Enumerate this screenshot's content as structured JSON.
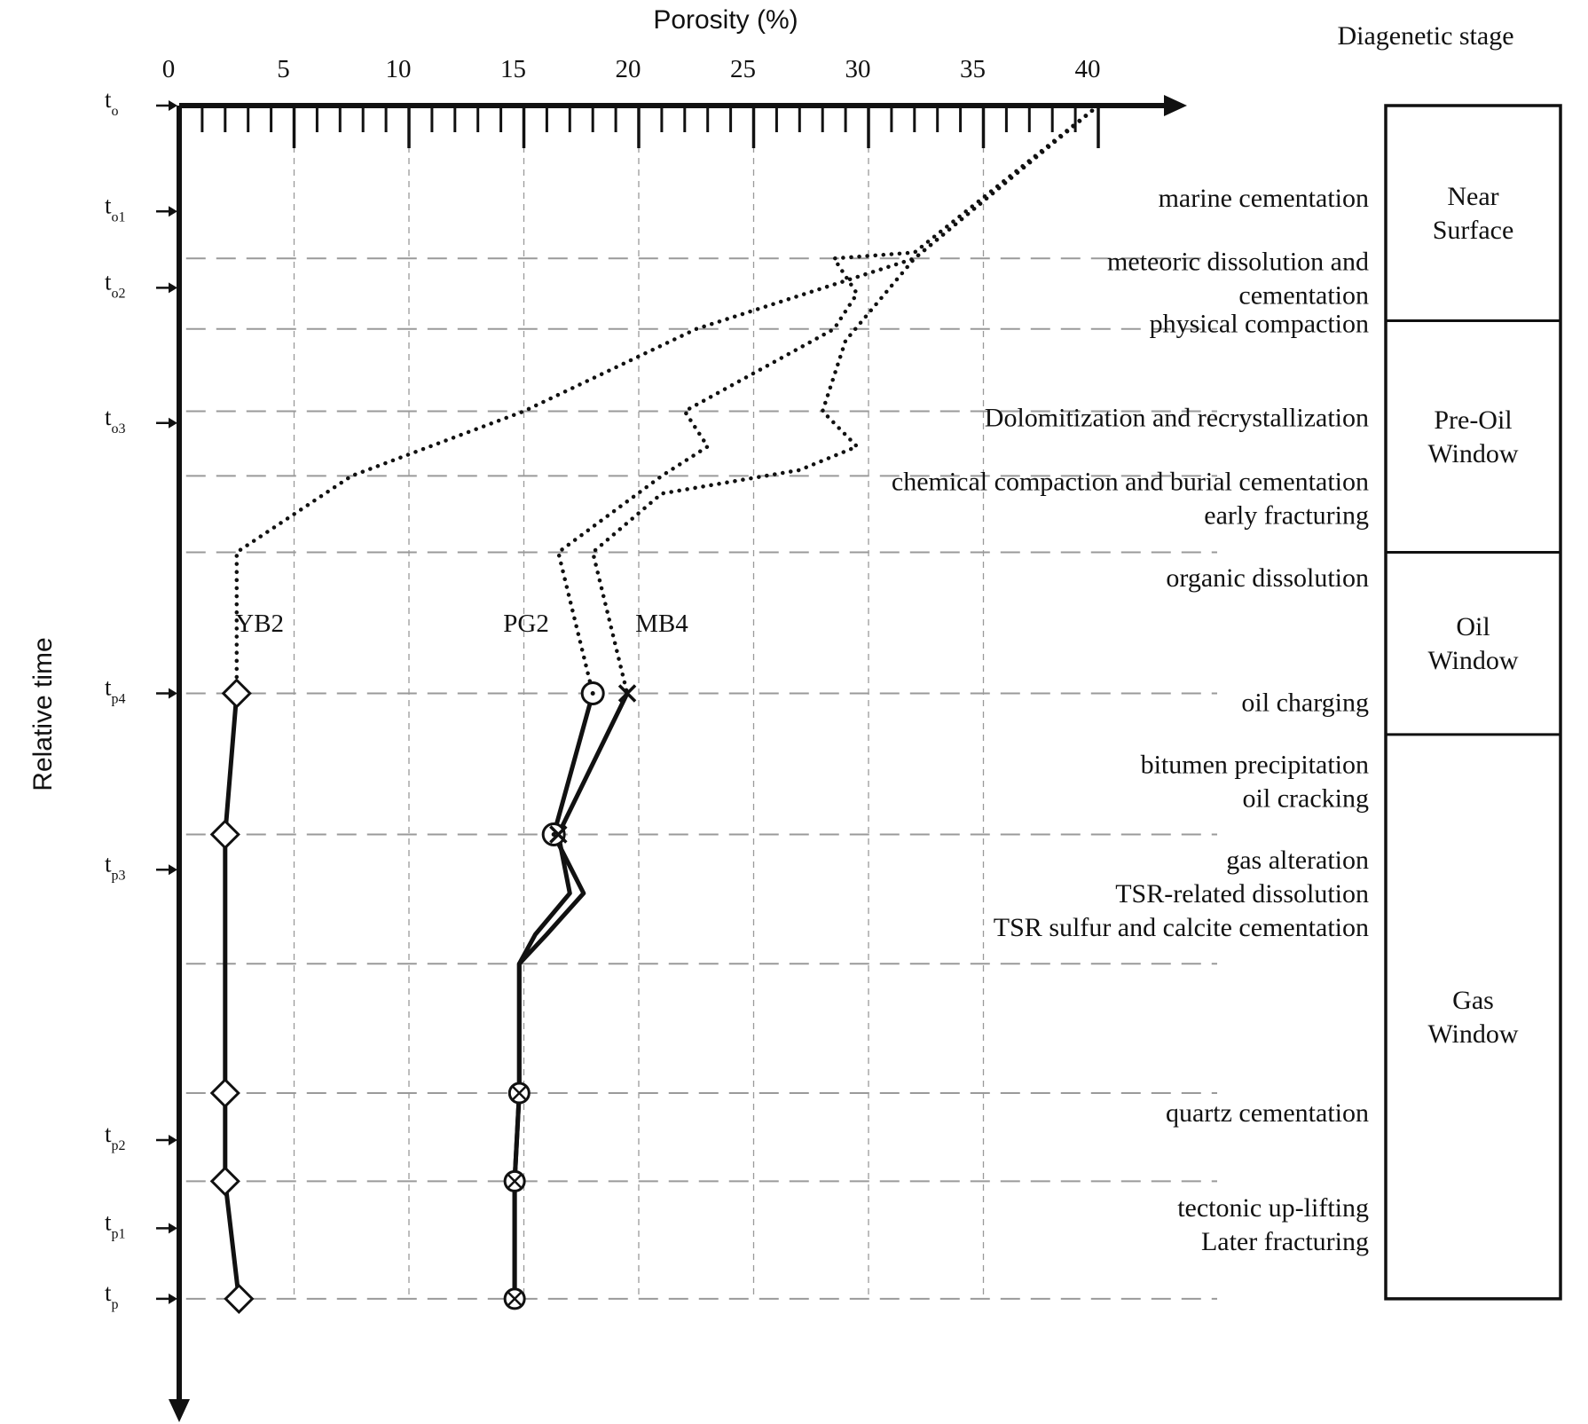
{
  "chart_data": {
    "type": "line",
    "title": "",
    "xlabel": "Porosity (%)",
    "ylabel": "Relative time",
    "xlim": [
      0,
      40
    ],
    "x_ticks": [
      "0",
      "5",
      "10",
      "15",
      "20",
      "25",
      "30",
      "35",
      "40"
    ],
    "time_marks": [
      {
        "base": "t",
        "sub": "o",
        "t": 0
      },
      {
        "base": "t",
        "sub": "o1",
        "t": 0.9
      },
      {
        "base": "t",
        "sub": "o2",
        "t": 1.55
      },
      {
        "base": "t",
        "sub": "o3",
        "t": 2.7
      },
      {
        "base": "t",
        "sub": "p4",
        "t": 5.0
      },
      {
        "base": "t",
        "sub": "p3",
        "t": 6.5
      },
      {
        "base": "t",
        "sub": "p2",
        "t": 8.8
      },
      {
        "base": "t",
        "sub": "p1",
        "t": 9.55
      },
      {
        "base": "t",
        "sub": "p",
        "t": 10.15
      }
    ],
    "stage_boundaries": [
      1.3,
      1.9,
      2.6,
      3.15,
      3.8,
      5.0,
      6.2,
      7.3,
      8.4,
      9.15,
      10.15
    ],
    "diagenetic_stage_header": "Diagenetic stage",
    "stages": [
      {
        "lines": [
          "Near",
          "Surface"
        ],
        "t_start": 0,
        "t_end": 1.83
      },
      {
        "lines": [
          "Pre-Oil",
          "Window"
        ],
        "t_start": 1.83,
        "t_end": 3.8
      },
      {
        "lines": [
          "Oil",
          "Window"
        ],
        "t_start": 3.8,
        "t_end": 5.35
      },
      {
        "lines": [
          "Gas",
          "Window"
        ],
        "t_start": 5.35,
        "t_end": 10.15
      }
    ],
    "events": [
      {
        "lines": [
          "marine cementation"
        ],
        "t": 0.86
      },
      {
        "lines": [
          "meteoric dissolution and",
          "cementation"
        ],
        "t": 1.4
      },
      {
        "lines": [
          "physical compaction"
        ],
        "t": 1.93
      },
      {
        "lines": [
          "Dolomitization and recrystallization"
        ],
        "t": 2.73
      },
      {
        "lines": [
          "chemical compaction and burial cementation",
          "early fracturing"
        ],
        "t": 3.27
      },
      {
        "lines": [
          "organic dissolution"
        ],
        "t": 4.09
      },
      {
        "lines": [
          "oil charging"
        ],
        "t": 5.15
      },
      {
        "lines": [
          "bitumen precipitation",
          "oil cracking"
        ],
        "t": 5.68
      },
      {
        "lines": [
          "gas alteration",
          "TSR-related dissolution",
          "TSR sulfur and calcite cementation"
        ],
        "t": 6.49
      },
      {
        "lines": [
          "quartz cementation"
        ],
        "t": 8.64
      },
      {
        "lines": [
          "tectonic up-lifting",
          "Later fracturing"
        ],
        "t": 9.45
      }
    ],
    "series": [
      {
        "name": "YB2",
        "label_t": 4.4,
        "label_x": 3.5,
        "dotted": [
          [
            40,
            0
          ],
          [
            32,
            1.3
          ],
          [
            22.5,
            1.9
          ],
          [
            15,
            2.6
          ],
          [
            7.5,
            3.15
          ],
          [
            2.5,
            3.8
          ],
          [
            2.5,
            5.0
          ]
        ],
        "solid": [
          [
            2.5,
            5.0
          ],
          [
            2.0,
            6.2
          ],
          [
            2.0,
            7.3
          ],
          [
            2.0,
            8.4
          ],
          [
            2.0,
            9.15
          ],
          [
            2.6,
            10.15
          ]
        ],
        "markers": {
          "symbol": "diamond",
          "points": [
            [
              2.5,
              5.0
            ],
            [
              2.0,
              6.2
            ],
            [
              2.0,
              8.4
            ],
            [
              2.0,
              9.15
            ],
            [
              2.6,
              10.15
            ]
          ]
        }
      },
      {
        "name": "PG2",
        "label_t": 4.4,
        "label_x": 15.1,
        "dotted": [
          [
            40,
            0
          ],
          [
            32,
            1.25
          ],
          [
            28.5,
            1.3
          ],
          [
            29.5,
            1.6
          ],
          [
            28.5,
            1.9
          ],
          [
            22,
            2.6
          ],
          [
            23,
            2.9
          ],
          [
            21,
            3.15
          ],
          [
            16.5,
            3.8
          ],
          [
            18,
            5.0
          ]
        ],
        "solid": [
          [
            18,
            5.0
          ],
          [
            16.3,
            6.2
          ],
          [
            17.6,
            6.7
          ],
          [
            16.0,
            7.05
          ],
          [
            14.8,
            7.3
          ],
          [
            14.8,
            8.4
          ],
          [
            14.6,
            9.15
          ],
          [
            14.6,
            10.15
          ]
        ],
        "markers": {
          "symbol": "circle",
          "points": [
            [
              18,
              5.0
            ],
            [
              16.3,
              6.2
            ]
          ]
        }
      },
      {
        "name": "MB4",
        "label_t": 4.4,
        "label_x": 21.0,
        "dotted": [
          [
            40,
            0
          ],
          [
            32,
            1.3
          ],
          [
            29,
            2.0
          ],
          [
            28,
            2.6
          ],
          [
            29.5,
            2.9
          ],
          [
            27,
            3.1
          ],
          [
            21,
            3.3
          ],
          [
            18,
            3.8
          ],
          [
            19.5,
            5.0
          ]
        ],
        "solid": [
          [
            19.5,
            5.0
          ],
          [
            16.5,
            6.2
          ],
          [
            17.0,
            6.7
          ],
          [
            15.5,
            7.05
          ],
          [
            14.8,
            7.3
          ],
          [
            14.8,
            8.4
          ],
          [
            14.6,
            9.15
          ],
          [
            14.6,
            10.15
          ]
        ],
        "markers": {
          "symbol": "cross",
          "points": [
            [
              19.5,
              5.0
            ],
            [
              16.5,
              6.2
            ]
          ]
        }
      }
    ],
    "shared_markers": {
      "symbol": "circle-x",
      "points": [
        [
          14.8,
          8.4
        ],
        [
          14.6,
          9.15
        ],
        [
          14.6,
          10.15
        ]
      ]
    }
  }
}
